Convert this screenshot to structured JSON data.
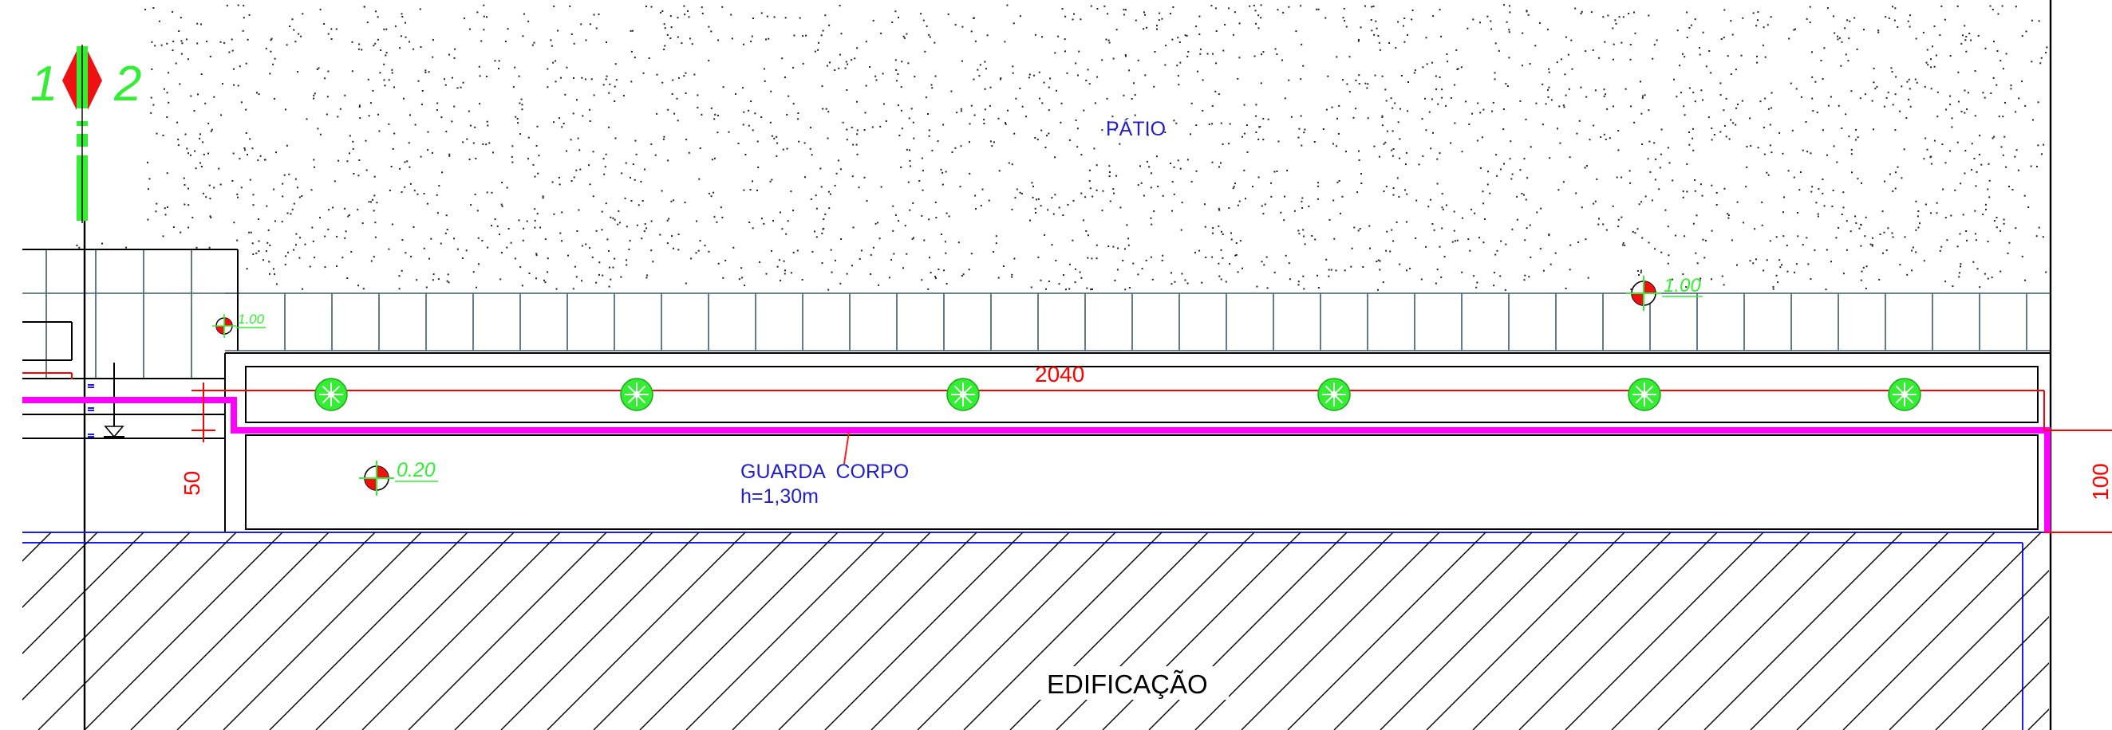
{
  "labels": {
    "patio": "PÁTIO",
    "guard_rail_title": "GUARDA  CORPO",
    "guard_rail_height": "h=1,30m",
    "building": "EDIFICAÇÃO"
  },
  "dimensions": {
    "horizontal": "2040",
    "vertical_left": "50",
    "vertical_right": "100"
  },
  "section_marker": {
    "left": "1",
    "right": "2"
  },
  "levels": [
    {
      "id": "level-patio-right",
      "value": "1.00"
    },
    {
      "id": "level-patio-left",
      "value": "1.00"
    },
    {
      "id": "level-lower",
      "value": "0.20"
    }
  ],
  "colors": {
    "line_black": "#000000",
    "slate_grid": "#3f5b6b",
    "dimension_red": "#ff0000",
    "text_blue": "#1f1fd0",
    "hatch_blue": "#1a1aff",
    "symbol_green": "#33ee33",
    "pipe_magenta": "#ff00ff",
    "marker_red": "#ee1111"
  }
}
